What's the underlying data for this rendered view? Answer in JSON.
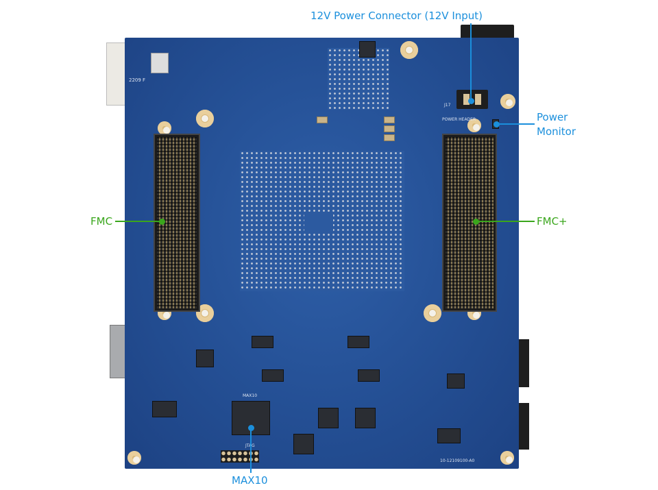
{
  "callouts": {
    "power_connector": "12V Power Connector (12V Input)",
    "power_monitor_line1": "Power",
    "power_monitor_line2": "Monitor",
    "fmc": "FMC",
    "fmc_plus": "FMC+",
    "max10": "MAX10"
  },
  "silkscreen": {
    "power_header": "POWER HEADER",
    "j17": "J17",
    "max10_chip": "MAX10",
    "jtag": "JTAG",
    "part_number": "10-12109100-A0",
    "date_code": "2209 F"
  },
  "colors": {
    "callout_blue": "#1b8fdc",
    "callout_green": "#3aa61c",
    "pcb_blue": "#244f94"
  }
}
